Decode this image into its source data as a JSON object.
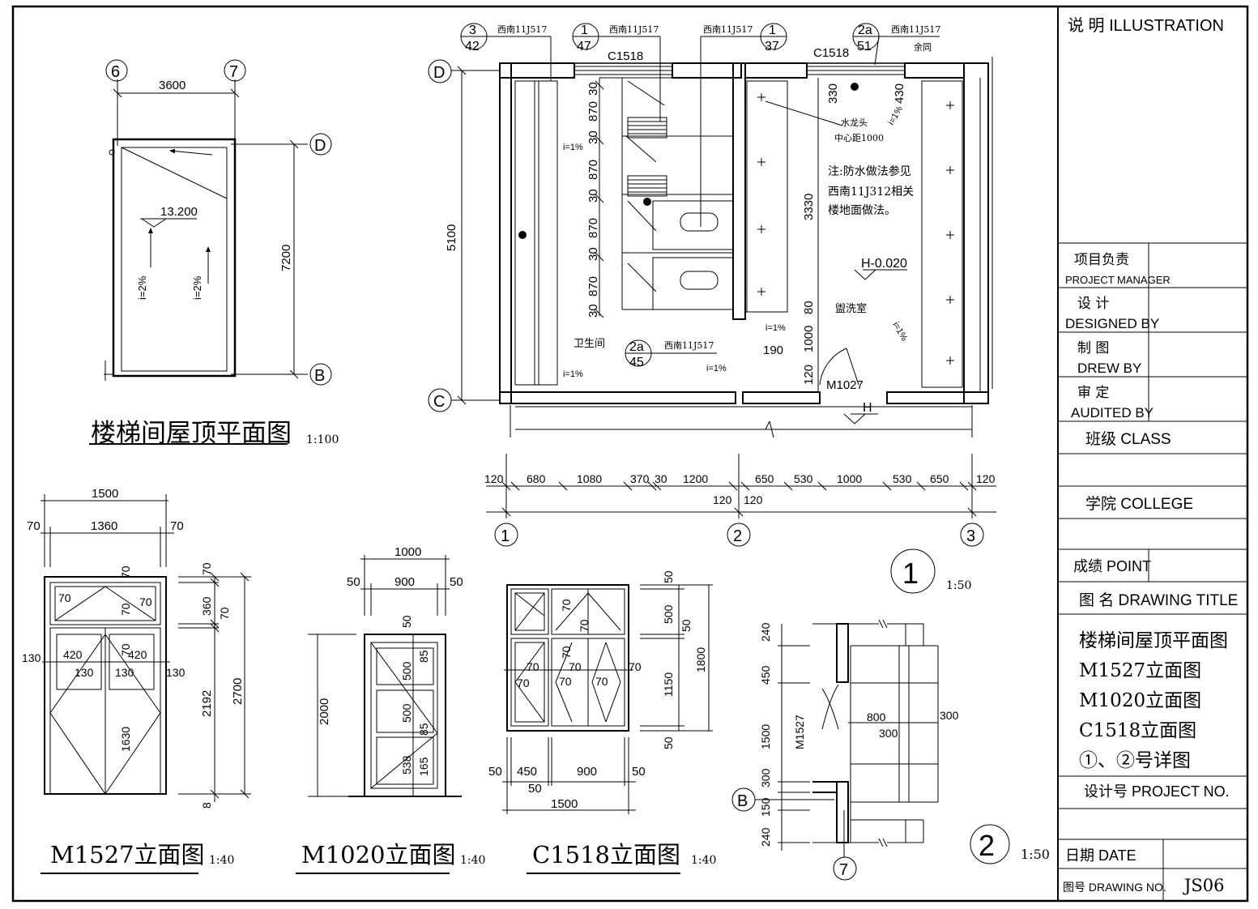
{
  "stair_plan": {
    "title": "楼梯间屋顶平面图",
    "scale": "1:100",
    "axes": {
      "a6": "6",
      "a7": "7",
      "d": "D",
      "b": "B"
    },
    "width_dim": "3600",
    "depth_dim": "7200",
    "elevation": "13.200",
    "slope_left": "i=2%",
    "slope_right": "i=2%"
  },
  "detail1": {
    "scale": "1:50",
    "axes": {
      "a1": "1",
      "a2": "2",
      "a3": "3",
      "c": "C",
      "d": "D"
    },
    "depth_dim": "5100",
    "windows": [
      "C1518",
      "C1518"
    ],
    "refs": [
      {
        "top": "3",
        "bottom": "42",
        "label": "西南11J517"
      },
      {
        "top": "1",
        "bottom": "47",
        "label": "西南11J517"
      },
      {
        "top": "1",
        "bottom": "37",
        "label": "西南11J517"
      },
      {
        "top": "2a",
        "bottom": "51",
        "label": "西南11J517",
        "note": "余同"
      },
      {
        "top": "2a",
        "bottom": "45",
        "label": "西南11J517"
      }
    ],
    "left_dims": [
      "30",
      "870",
      "30",
      "870",
      "30",
      "870",
      "30",
      "870",
      "30"
    ],
    "right_dims": {
      "d330": "330",
      "d430": "430",
      "d3330": "3330",
      "d80": "80",
      "d1000": "1000",
      "d190": "190",
      "d120": "120"
    },
    "faucet": [
      "水龙头",
      "中心距1000"
    ],
    "note": [
      "注:防水做法参见",
      "西南11J312相关",
      "楼地面做法。"
    ],
    "floor_level": "H-0.020",
    "level_h": "H",
    "room_wc": "卫生间",
    "room_wash": "盥洗室",
    "door": "M1027",
    "slopes": [
      "i=1%",
      "i=1%",
      "i=1%",
      "i=1%",
      "i=1%",
      "i=1%"
    ],
    "dims_row1": [
      "120",
      "680",
      "1080",
      "370",
      "30",
      "1200",
      "650",
      "530",
      "1000",
      "530",
      "650",
      "120"
    ],
    "dims_row2": [
      "120",
      "120"
    ]
  },
  "m1527": {
    "title": "M1527立面图",
    "scale": "1:40",
    "dims": {
      "w1500": "1500",
      "w1360": "1360",
      "w70a": "70",
      "w70b": "70",
      "t70a": "70",
      "t70b": "70",
      "t70c": "70",
      "t70d": "70",
      "t70e": "70",
      "d420a": "420",
      "d420b": "420",
      "d130a": "130",
      "d130b": "130",
      "d130c": "130",
      "d130d": "130",
      "h1630": "1630",
      "r70": "70",
      "r360": "360",
      "r70b": "70",
      "r2192": "2192",
      "r2700": "2700",
      "r8": "8"
    }
  },
  "m1020": {
    "title": "M1020立面图",
    "scale": "1:40",
    "dims": {
      "w1000": "1000",
      "w900": "900",
      "w50a": "50",
      "w50b": "50",
      "h2000": "2000",
      "p50": "50",
      "p500a": "500",
      "p85a": "85",
      "p500b": "500",
      "p85b": "85",
      "p538": "538",
      "p165": "165"
    }
  },
  "c1518": {
    "title": "C1518立面图",
    "scale": "1:40",
    "dims": {
      "w1500": "1500",
      "w450": "450",
      "w900": "900",
      "w50a": "50",
      "w50b": "50",
      "w50c": "50",
      "h1800": "1800",
      "h50a": "50",
      "h500": "500",
      "h50b": "50",
      "h1150": "1150",
      "h50c": "50",
      "i70": [
        "70",
        "70",
        "70",
        "70",
        "70",
        "70",
        "70",
        "70",
        "70"
      ]
    }
  },
  "detail2": {
    "scale": "1:50",
    "axes": {
      "b": "B",
      "a7": "7"
    },
    "dims": [
      "240",
      "450",
      "1500",
      "300",
      "150",
      "240"
    ],
    "door": "M1527",
    "d800": "800",
    "d300a": "300",
    "d300b": "300"
  },
  "title_block": {
    "illustration": "说  明  ILLUSTRATION",
    "pm_cn": "项目负责",
    "pm_en": "PROJECT MANAGER",
    "design_cn": "设  计",
    "design_en": "DESIGNED BY",
    "drew_cn": "制  图",
    "drew_en": "DREW BY",
    "audit_cn": "审  定",
    "audit_en": "AUDITED BY",
    "class": "班级    CLASS",
    "college": "学院    COLLEGE",
    "point": "成绩 POINT",
    "drawing_title": "图  名 DRAWING TITLE",
    "titles": [
      "楼梯间屋顶平面图",
      "M1527立面图",
      "M1020立面图",
      "C1518立面图",
      "①、②号详图"
    ],
    "project_no": "设计号  PROJECT NO.",
    "date": "日期 DATE",
    "drawing_no_label": "图号 DRAWING NO.",
    "drawing_no": "JS06"
  }
}
